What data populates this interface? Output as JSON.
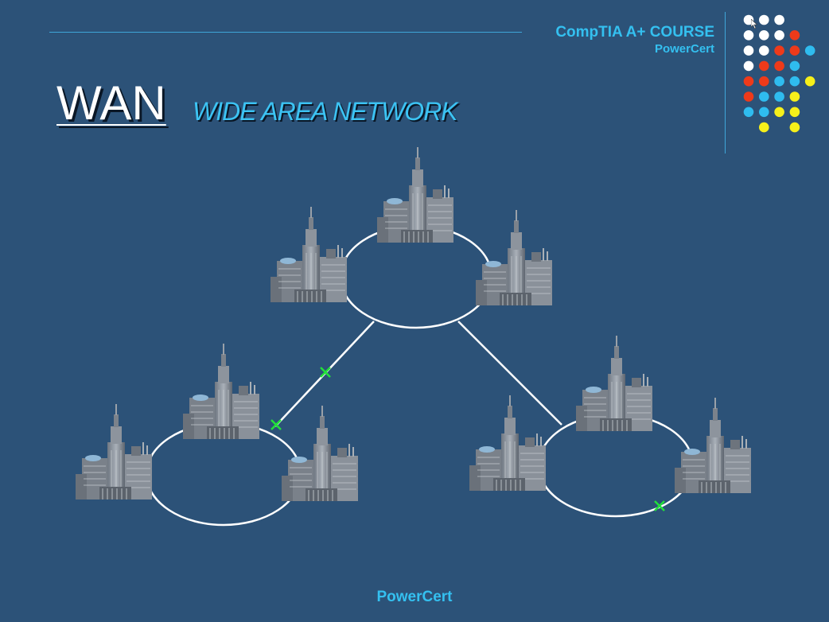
{
  "header": {
    "course_line1": "CompTIA A+ COURSE",
    "course_line2": "PowerCert"
  },
  "slide": {
    "title": "WAN",
    "subtitle": "WIDE AREA NETWORK"
  },
  "footer": {
    "text": "PowerCert"
  },
  "colors": {
    "background": "#2c5278",
    "accent_blue": "#34c0f0",
    "dot_white": "#ffffff",
    "dot_red": "#ee3a1a",
    "dot_blue": "#2fbcef",
    "dot_yellow": "#f6f01a",
    "link": "#ffffff",
    "fault_marker": "#22e03a"
  },
  "decor": {
    "dot_grid": [
      [
        "white",
        "white",
        "white",
        "",
        ""
      ],
      [
        "white",
        "white",
        "white",
        "red",
        ""
      ],
      [
        "white",
        "white",
        "red",
        "red",
        "blue"
      ],
      [
        "white",
        "red",
        "red",
        "blue",
        ""
      ],
      [
        "red",
        "red",
        "blue",
        "blue",
        "yellow"
      ],
      [
        "red",
        "blue",
        "blue",
        "yellow",
        ""
      ],
      [
        "blue",
        "blue",
        "yellow",
        "yellow",
        ""
      ],
      [
        "",
        "yellow",
        "",
        "yellow",
        ""
      ]
    ]
  },
  "diagram": {
    "icons": [
      "city-building-icon",
      "network-ring",
      "fault-marker-icon"
    ]
  }
}
